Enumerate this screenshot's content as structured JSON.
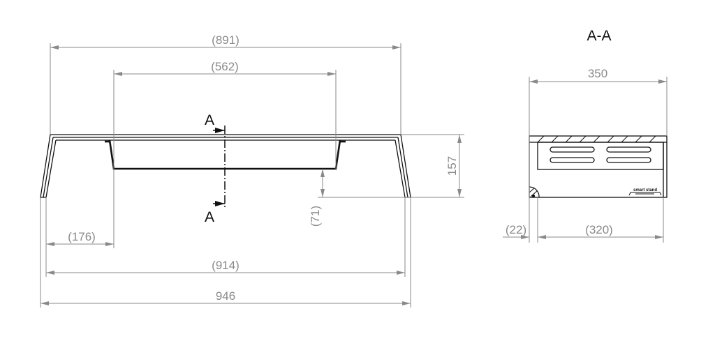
{
  "front_view": {
    "section_marker": "A",
    "dimensions": {
      "overall_top": "(891)",
      "basin_width": "(562)",
      "height": "157",
      "basin_clearance": "(71)",
      "leg_to_basin": "(176)",
      "inner_feet": "(914)",
      "outer_feet": "946"
    }
  },
  "section_view": {
    "title": "A-A",
    "logo_text": "smart stand",
    "dimensions": {
      "depth": "350",
      "offset": "(22)",
      "inner_depth": "(320)"
    }
  },
  "colors": {
    "outline": "#111111",
    "dimension": "#8a8a8a"
  }
}
